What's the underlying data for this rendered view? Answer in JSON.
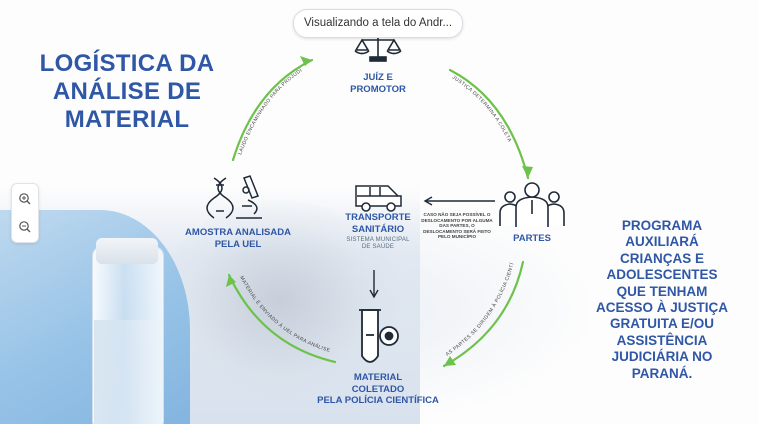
{
  "window": {
    "share_status": "Visualizando a tela do Andr..."
  },
  "zoom": {
    "zoom_in_icon": "zoom-in-icon",
    "zoom_out_icon": "zoom-out-icon"
  },
  "slide": {
    "title_line1": "LOGÍSTICA DA",
    "title_line2": "ANÁLISE DE",
    "title_line3": "MATERIAL",
    "nodes": {
      "judge_line1": "JUÍZ E",
      "judge_line2": "PROMOTOR",
      "parties": "PARTES",
      "transport_line1": "TRANSPORTE",
      "transport_line2": "SANITÁRIO",
      "transport_sub_line1": "SISTEMA MUNICIPAL",
      "transport_sub_line2": "DE SAÚDE",
      "material_line1": "MATERIAL",
      "material_line2": "COLETADO",
      "material_line3": "PELA POLÍCIA CIENTÍFICA",
      "sample_line1": "AMOSTRA ANALISADA",
      "sample_line2": "PELA UEL"
    },
    "arrows": {
      "to_judge": "LAUDO ENCAMINHADO PARA PROJUDI",
      "to_parties": "JUSTIÇA DETERMINA A COLETA",
      "to_material": "AS PARTES SE DIRIGEM À POLÍCIA CIENTÍFICA",
      "to_sample": "MATERIAL É ENVIADO À UEL PARA ANÁLISE"
    },
    "transport_note": {
      "line1": "CASO NÃO SEJA POSSÍVEL O",
      "line2": "DESLOCAMENTO POR ALGUMA",
      "line3": "DAS PARTES, O",
      "line4": "DESLOCAMENTO SERÁ FEITO",
      "line5": "PELO MUNICÍPIO"
    },
    "program": {
      "line1": "PROGRAMA",
      "line2": "AUXILIARÁ",
      "line3": "CRIANÇAS E",
      "line4": "ADOLESCENTES",
      "line5": "QUE TENHAM",
      "line6": "ACESSO À JUSTIÇA",
      "line7": "GRATUITA E/OU",
      "line8": "ASSISTÊNCIA",
      "line9": "JUDICIÁRIA NO",
      "line10": "PARANÁ."
    },
    "colors": {
      "title_blue": "#2f57a6",
      "arrow_green": "#6cc24a",
      "icon_dark": "#1e2a36"
    }
  }
}
